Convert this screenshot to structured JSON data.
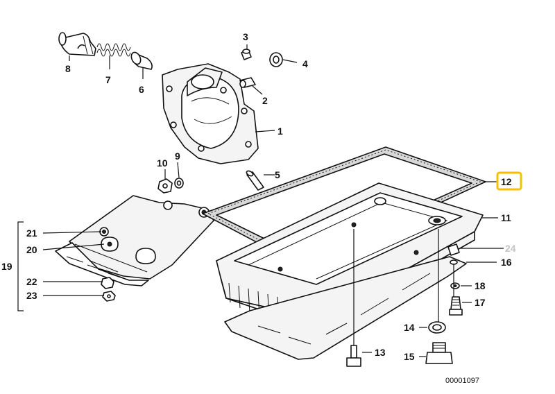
{
  "callouts": {
    "c1": "1",
    "c2": "2",
    "c3": "3",
    "c4": "4",
    "c5": "5",
    "c6": "6",
    "c7": "7",
    "c8": "8",
    "c9": "9",
    "c10": "10",
    "c11": "11",
    "c12": "12",
    "c13": "13",
    "c14": "14",
    "c15": "15",
    "c16": "16",
    "c17": "17",
    "c18": "18",
    "c19": "19",
    "c20": "20",
    "c21": "21",
    "c22": "22",
    "c23": "23",
    "c24": "24"
  },
  "highlighted_part": "12",
  "highlight_color": "#f2c200",
  "muted_label_color": "#c4c4c4",
  "reference_number": "00001097"
}
